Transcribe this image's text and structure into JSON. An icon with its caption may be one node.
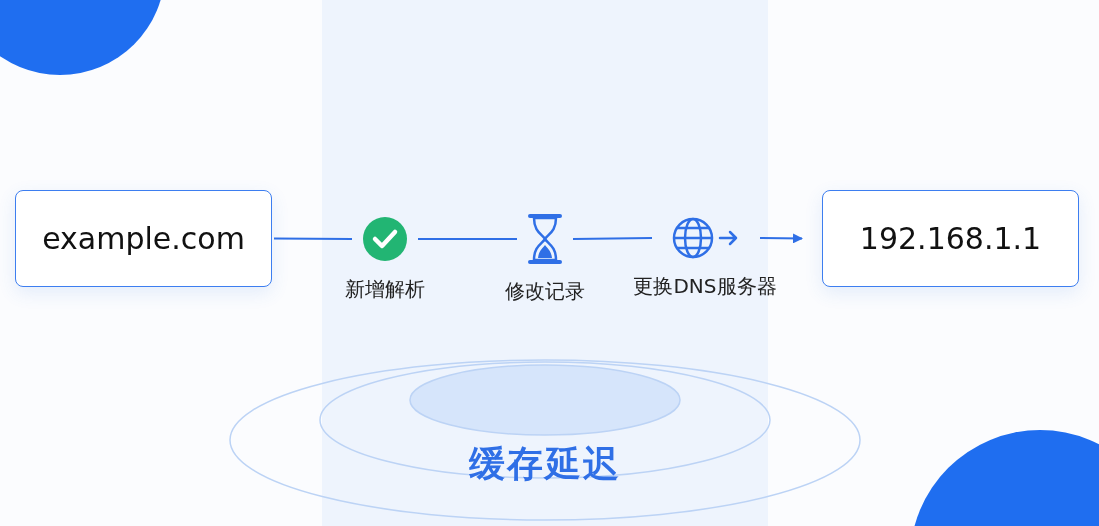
{
  "diagram": {
    "nodes": [
      {
        "text": [
          "example.com"
        ]
      },
      {
        "text": [],
        "shape": "circle",
        "beside": [
          "新增解析"
        ]
      },
      {
        "text": [],
        "shape": "picture",
        "beside": [
          "修改记录"
        ]
      },
      {
        "text": [],
        "shape": "picture",
        "beside": [
          "更换DNS服务器"
        ]
      },
      {
        "text": [
          "192.168.1.1"
        ]
      }
    ],
    "edges": [
      {
        "from": 0,
        "to": 1,
        "arrow": "none"
      },
      {
        "from": 1,
        "to": 2,
        "arrow": "none"
      },
      {
        "from": 2,
        "to": 3,
        "arrow": "none"
      },
      {
        "from": 3,
        "to": 4,
        "arrow": "to"
      }
    ],
    "labels": [
      "缓存延迟"
    ]
  }
}
